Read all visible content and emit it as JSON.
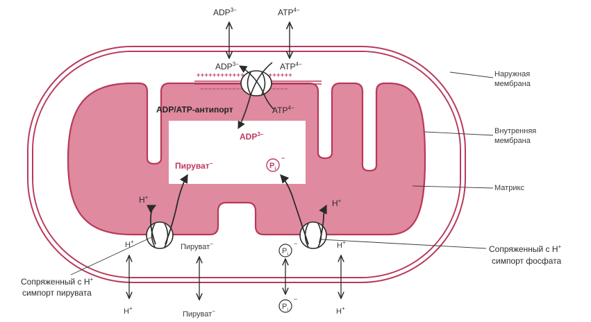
{
  "molecules": {
    "adp": "ADP",
    "adp_charge": "3−",
    "atp": "ATP",
    "atp_charge": "4−",
    "h": "H",
    "h_charge": "+",
    "pyruvate": "Пируват",
    "pyruvate_charge": "−",
    "phosphate_p": "P",
    "phosphate_i": "i",
    "phosphate_charge": "−"
  },
  "labels": {
    "antiporter": "ADP/ATP-антипорт",
    "outer_membrane_1": "Наружная",
    "outer_membrane_2": "мембрана",
    "inner_membrane_1": "Внутренняя",
    "inner_membrane_2": "мембрана",
    "matrix": "Матрикс",
    "phosphate_symport_1": "Сопряженный с H",
    "phosphate_symport_sup": "+",
    "phosphate_symport_2": "симпорт фосфата",
    "pyruvate_symport_1": "Сопряженный с H",
    "pyruvate_symport_sup": "+",
    "pyruvate_symport_2": "симпорт пирувата"
  },
  "membrane_charges": {
    "top": "+ + + + + + + + + + + + + + + + + + + + + + + +",
    "bottom": "− − − − − − − − − − − − − − − − − − − − − −"
  },
  "colors": {
    "matrix_fill": "#df8a9e",
    "membrane_stroke": "#b8385a",
    "arrow": "#2a2a2a",
    "highlight": "#c0395f"
  }
}
